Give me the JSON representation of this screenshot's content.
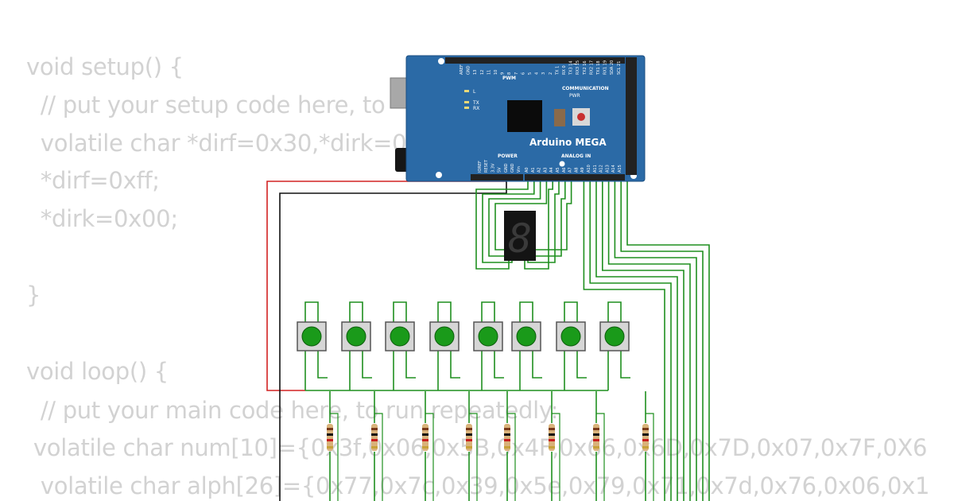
{
  "code": {
    "lines": [
      "void setup() {",
      "  // put your setup code here, to",
      "  volatile char *dirf=0x30,*dirk=0",
      "  *dirf=0xff;",
      "  *dirk=0x00;",
      "",
      "}",
      "",
      "void loop() {",
      "  // put your main code here, to run repeatedly:",
      " volatile char num[10]={0x3f,0x06,0x5B,0x4F,0x66,0x6D,0x7D,0x07,0x7F,0X6",
      "  volatile char alph[26]={0x77,0x7c,0x39,0x5e,0x79,0x71,0x7d,0x76,0x06,0x1"
    ]
  },
  "board": {
    "name": "Arduino MEGA",
    "label_pwm": "PWM",
    "label_communication": "COMMUNICATION",
    "label_power": "POWER",
    "label_analog_in": "ANALOG IN",
    "label_pwr": "PWR",
    "label_l": "L",
    "label_tx": "TX",
    "label_rx": "RX",
    "top_pins": [
      "AREF",
      "GND",
      "13",
      "12",
      "11",
      "10",
      "9",
      "8",
      "7",
      "6",
      "5",
      "4",
      "3",
      "2",
      "TX 1",
      "RX 0",
      "TX3 14",
      "RX3 15",
      "TX2 16",
      "RX2 17",
      "TX1 18",
      "RX1 19",
      "SDA 20",
      "SCL 21"
    ],
    "power_pins": [
      "IOREF",
      "RESET",
      "3.3V",
      "5V",
      "GND",
      "GND",
      "Vin"
    ],
    "analog_pins": [
      "A0",
      "A1",
      "A2",
      "A3",
      "A4",
      "A5",
      "A6",
      "A7",
      "A8",
      "A9",
      "A10",
      "A11",
      "A12",
      "A13",
      "A14",
      "A15"
    ]
  },
  "display": {
    "digit": "8"
  },
  "buttons": {
    "count": 8,
    "color": "#1a9a1a"
  },
  "resistors": {
    "count": 8
  },
  "colors": {
    "board": "#2b6aa6",
    "wire_green": "#1f8f1f",
    "wire_red": "#d22222",
    "wire_black": "#111111",
    "code_text": "#d2d2d2"
  }
}
